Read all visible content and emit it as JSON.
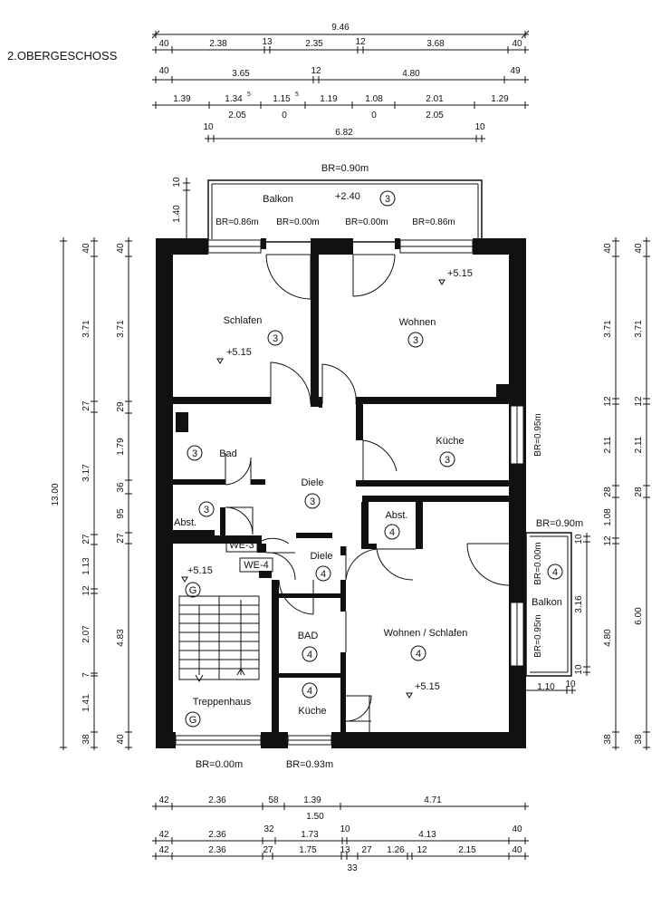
{
  "title": "2.OBERGESCHOSS",
  "top_dims": {
    "row1": [
      "9.46"
    ],
    "row2": [
      "40",
      "2.38",
      "13",
      "2.35",
      "12",
      "3.68",
      "40"
    ],
    "row3": [
      "40",
      "3.65",
      "12",
      "4.80",
      "49"
    ],
    "row4_top": [
      "1.39",
      "1.34",
      "1.15",
      "1.19",
      "1.08",
      "2.01",
      "1.29"
    ],
    "row4_sup": [
      "5",
      "5"
    ],
    "row4_bottom": [
      "2.05",
      "0",
      "0",
      "2.05"
    ],
    "row5": [
      "10",
      "6.82",
      "10"
    ]
  },
  "left_dims": {
    "total": "13.00",
    "outer": [
      "40",
      "3.71",
      "27",
      "3.17",
      "27",
      "1.13",
      "12",
      "2.07",
      "7",
      "1.41",
      "38"
    ],
    "inner": [
      "40",
      "3.71",
      "29",
      "1.79",
      "36",
      "95",
      "27",
      "4.83",
      "40"
    ],
    "balcony": [
      "10",
      "1.40"
    ]
  },
  "right_dims": {
    "inner": [
      "40",
      "3.71",
      "12",
      "2.11",
      "28",
      "1.08",
      "12",
      "4.80",
      "38"
    ],
    "outer": [
      "40",
      "3.71",
      "12",
      "2.11",
      "28",
      "6.00",
      "38"
    ],
    "balcony": [
      "10",
      "3.16",
      "10"
    ],
    "balcony_bottom": [
      "1.10",
      "10"
    ]
  },
  "bottom_dims": {
    "row1_top": [
      "42",
      "2.36",
      "58",
      "1.39",
      "4.71"
    ],
    "row1_bottom": [
      "1.50"
    ],
    "row2": [
      "42",
      "2.36",
      "32",
      "1.73",
      "10",
      "4.13",
      "40"
    ],
    "row3": [
      "42",
      "2.36",
      "27",
      "1.75",
      "13",
      "27",
      "1.26",
      "12",
      "2.15",
      "40"
    ],
    "row3_bottom": [
      "33"
    ]
  },
  "rooms": {
    "balkon_top": {
      "name": "Balkon",
      "level": "+2.40",
      "unit": "3"
    },
    "schlafen": {
      "name": "Schlafen",
      "level": "+5.15",
      "unit": "3"
    },
    "wohnen": {
      "name": "Wohnen",
      "level": "+5.15",
      "unit": "3"
    },
    "bad": {
      "name": "Bad",
      "unit": "3"
    },
    "kueche3": {
      "name": "Küche",
      "unit": "3"
    },
    "diele3": {
      "name": "Diele",
      "unit": "3"
    },
    "abst3": {
      "name": "Abst.",
      "unit": "3"
    },
    "abst4": {
      "name": "Abst.",
      "unit": "4"
    },
    "diele4": {
      "name": "Diele",
      "unit": "4"
    },
    "treppe": {
      "name": "Treppenhaus",
      "level": "+5.15",
      "unit": "G"
    },
    "bad4": {
      "name": "BAD",
      "unit": "4"
    },
    "kueche4": {
      "name": "Küche",
      "unit": "4"
    },
    "wohnschlaf": {
      "name": "Wohnen / Schlafen",
      "level": "+5.15",
      "unit": "4"
    },
    "balkon4": {
      "name": "Balkon",
      "unit": "4"
    }
  },
  "labels": {
    "we3": "WE-3",
    "we4": "WE-4",
    "br_balkon_top": "BR=0.90m",
    "br_086_left": "BR=0.86m",
    "br_000_left": "BR=0.00m",
    "br_000_right": "BR=0.00m",
    "br_086_right": "BR=0.86m",
    "br_kueche": "BR=0.95m",
    "br_balkon_right": "BR=0.90m",
    "br_balkon_door": "BR=0.00m",
    "br_wohn_window": "BR=0.95m",
    "br_bottom_left": "BR=0.00m",
    "br_bottom_mid": "BR=0.93m"
  }
}
